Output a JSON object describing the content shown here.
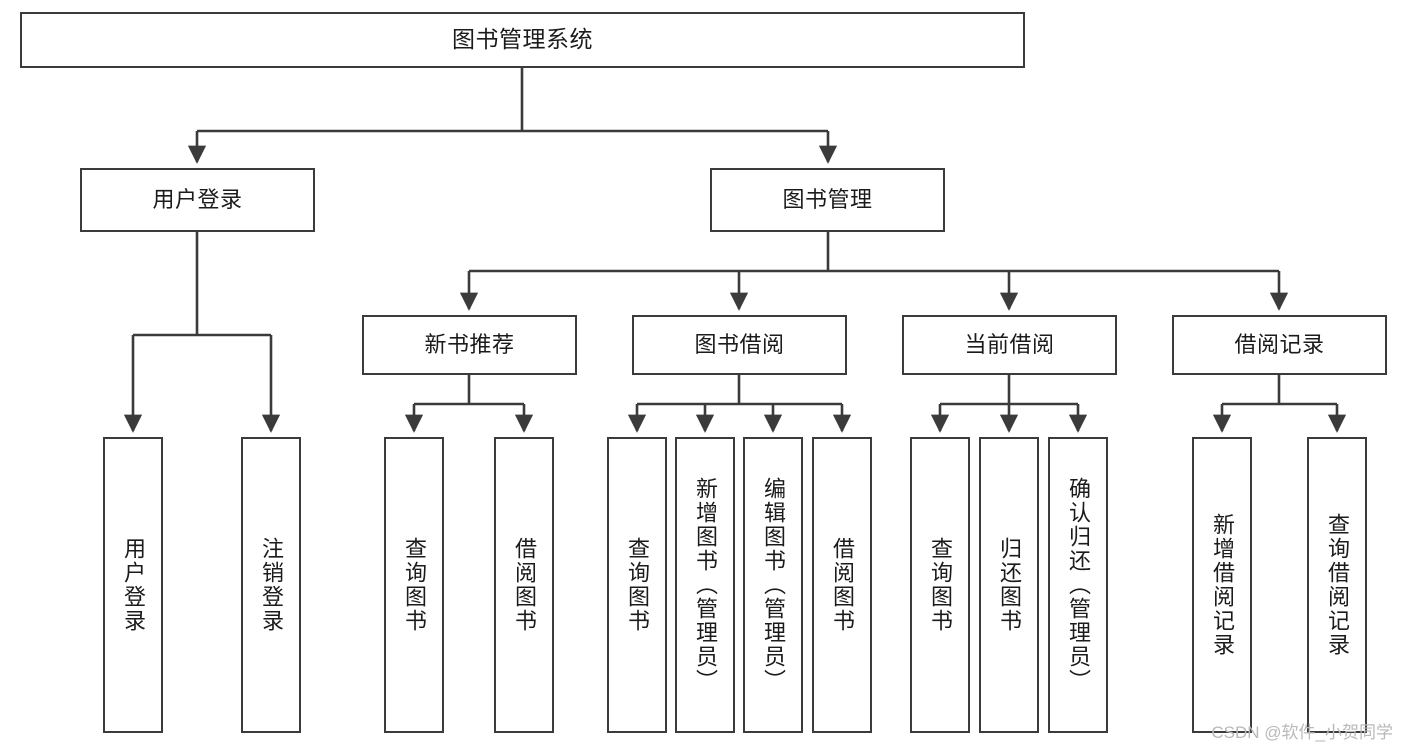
{
  "diagram": {
    "type": "tree-hierarchy",
    "title": "图书管理系统",
    "orientation": "top-down",
    "colors": {
      "node_border": "#3b3b3b",
      "node_fill": "#ffffff",
      "edge": "#3b3b3b",
      "text": "#1b1b1b",
      "watermark": "#b9b9b9",
      "background": "#ffffff"
    }
  },
  "nodes": {
    "root": {
      "label": "图书管理系统"
    },
    "level2": [
      {
        "label": "用户登录"
      },
      {
        "label": "图书管理"
      }
    ],
    "level3": [
      {
        "label": "新书推荐"
      },
      {
        "label": "图书借阅"
      },
      {
        "label": "当前借阅"
      },
      {
        "label": "借阅记录"
      }
    ],
    "leaves": {
      "user_login": [
        {
          "label": "用户登录"
        },
        {
          "label": "注销登录"
        }
      ],
      "new_book_recommend": [
        {
          "label": "查询图书"
        },
        {
          "label": "借阅图书"
        }
      ],
      "book_borrow": [
        {
          "label": "查询图书"
        },
        {
          "label": "新增图书（管理员）"
        },
        {
          "label": "编辑图书（管理员）"
        },
        {
          "label": "借阅图书"
        }
      ],
      "current_borrow": [
        {
          "label": "查询图书"
        },
        {
          "label": "归还图书"
        },
        {
          "label": "确认归还（管理员）"
        }
      ],
      "borrow_record": [
        {
          "label": "新增借阅记录"
        },
        {
          "label": "查询借阅记录"
        }
      ]
    }
  },
  "watermark": {
    "text": "CSDN @软件_小贺同学"
  }
}
